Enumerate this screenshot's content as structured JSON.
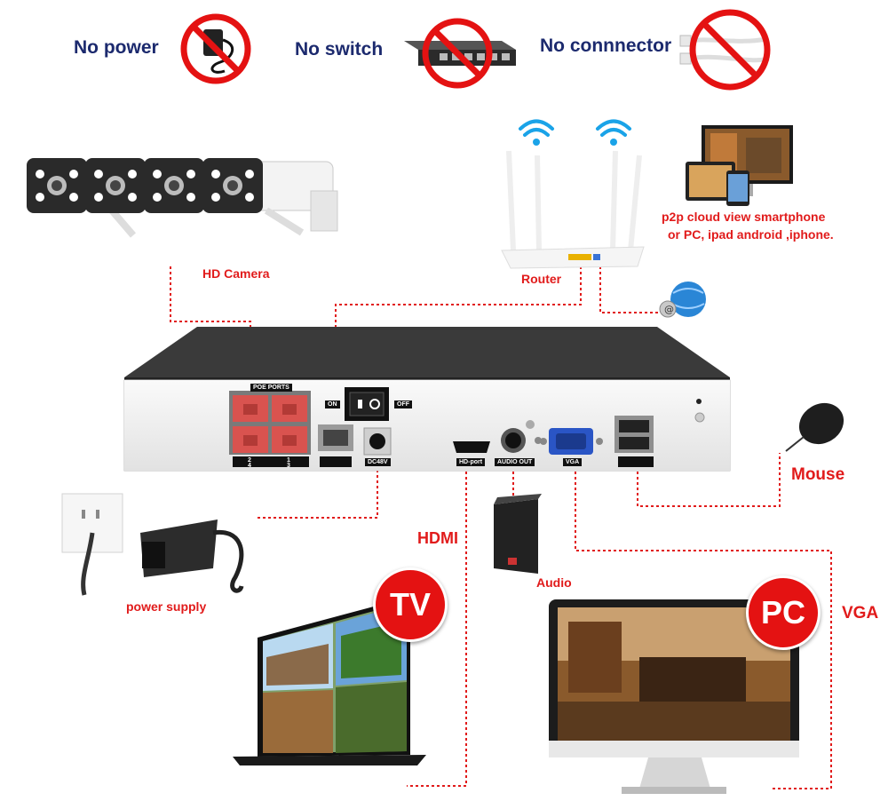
{
  "top": {
    "no_power": "No power",
    "no_switch": "No switch",
    "no_connector": "No connnector"
  },
  "labels": {
    "hd_camera": "HD Camera",
    "router": "Router",
    "p2p_line1": "p2p cloud  view smartphone",
    "p2p_line2": "or PC, ipad android ,iphone.",
    "mouse": "Mouse",
    "hdmi": "HDMI",
    "audio": "Audio",
    "vga": "VGA",
    "power_supply": "power supply"
  },
  "badges": {
    "tv": "TV",
    "pc": "PC"
  },
  "nvr": {
    "poe_ports": "POE PORTS",
    "on": "ON",
    "off": "OFF",
    "dc": "DC48V",
    "hd_port": "HD-port",
    "audio_out": "AUDIO OUT",
    "vga_port": "VGA",
    "port_num_1": "2",
    "port_num_2": "1",
    "port_num_3": "4",
    "port_num_4": "3"
  },
  "colors": {
    "accent": "#e11b1b",
    "navy": "#1c2a6e",
    "line": "#e11b1b"
  }
}
